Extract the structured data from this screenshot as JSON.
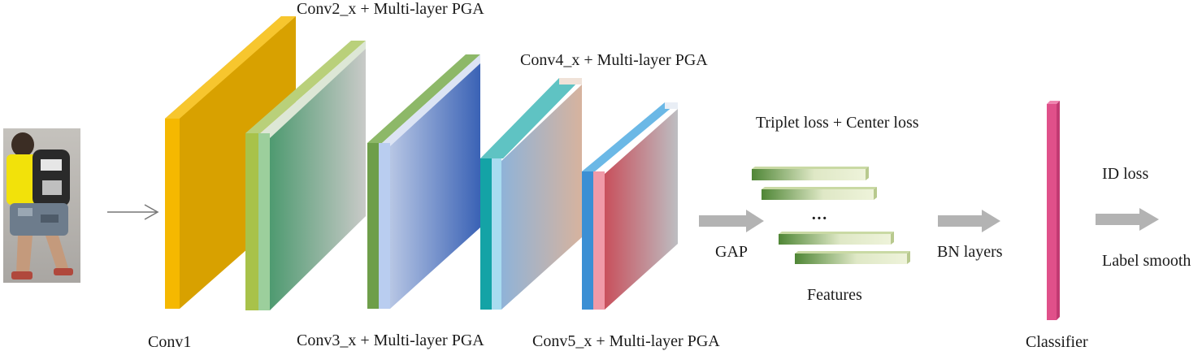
{
  "labels": {
    "conv1": "Conv1",
    "conv2": "Conv2_x + Multi-layer PGA",
    "conv3": "Conv3_x + Multi-layer PGA",
    "conv4": "Conv4_x + Multi-layer PGA",
    "conv5": "Conv5_x + Multi-layer PGA",
    "gap": "GAP",
    "triplet": "Triplet loss + Center loss",
    "ellipsis": "···",
    "features": "Features",
    "bn": "BN layers",
    "classifier": "Classifier",
    "id_loss": "ID loss",
    "label_smooth": "Label smooth"
  },
  "colors": {
    "conv1": "#f5b800",
    "conv2_edge": "#a8c24a",
    "conv2_mid": "#9ccf9c",
    "conv2_face": "#4e9a70",
    "conv3_edge": "#6e9e4a",
    "conv3_mid": "#b9cdf0",
    "conv3_face": "#3a62b5",
    "conv4_edge": "#14a3a6",
    "conv4_mid": "#a8dcf0",
    "conv4_face": "#d5b2a0",
    "conv5_edge": "#3b8fd4",
    "conv5_mid": "#f09aa8",
    "conv5_face": "#c8545e",
    "feature": "#5b8f3f",
    "classifier": "#e0508a",
    "arrow": "#b3b3b3"
  },
  "icons": [
    "input-person-image",
    "thin-arrow-icon",
    "gap-arrow-icon",
    "bn-arrow-icon",
    "output-arrow-icon"
  ]
}
